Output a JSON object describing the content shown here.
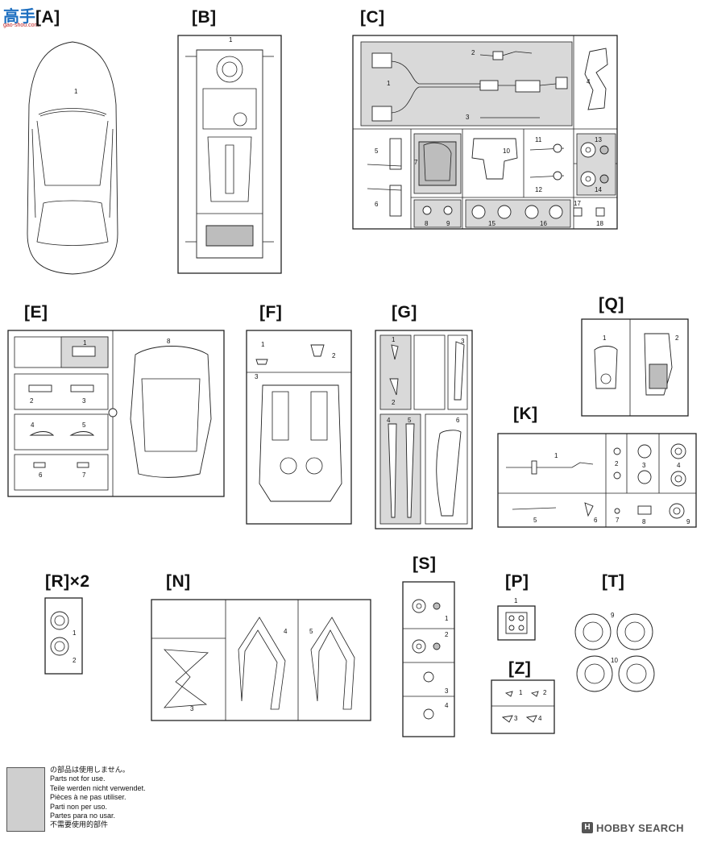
{
  "watermark_top": {
    "chars": "高手",
    "url": "gao-shou.com"
  },
  "sprue_labels": {
    "A": "[A]",
    "B": "[B]",
    "C": "[C]",
    "E": "[E]",
    "F": "[F]",
    "G": "[G]",
    "Q": "[Q]",
    "K": "[K]",
    "R": "[R]×2",
    "N": "[N]",
    "S": "[S]",
    "P": "[P]",
    "T": "[T]",
    "Z": "[Z]"
  },
  "part_numbers": {
    "A": [
      "1"
    ],
    "B": [
      "1"
    ],
    "C": [
      "1",
      "2",
      "3",
      "4",
      "5",
      "6",
      "7",
      "8",
      "9",
      "10",
      "11",
      "12",
      "13",
      "14",
      "15",
      "16",
      "17",
      "18"
    ],
    "E": [
      "1",
      "2",
      "3",
      "4",
      "5",
      "6",
      "7",
      "8"
    ],
    "F": [
      "1",
      "2",
      "3"
    ],
    "G": [
      "1",
      "2",
      "3",
      "4",
      "5",
      "6"
    ],
    "Q": [
      "1",
      "2"
    ],
    "K": [
      "1",
      "2",
      "3",
      "4",
      "5",
      "6",
      "7",
      "8",
      "9"
    ],
    "R": [
      "1",
      "2"
    ],
    "N": [
      "3",
      "4",
      "5"
    ],
    "S": [
      "1",
      "2",
      "3",
      "4"
    ],
    "P": [
      "1"
    ],
    "T": [
      "9",
      "10"
    ],
    "Z": [
      "1",
      "2",
      "3",
      "4"
    ]
  },
  "legend": {
    "lines": [
      "の部品は使用しません。",
      "Parts not for use.",
      "Teile werden nicht verwendet.",
      "Pièces à ne pas utiliser.",
      "Parti non per uso.",
      "Partes para no usar.",
      "不需要使用的部件"
    ],
    "swatch_color": "#cfcfcf"
  },
  "watermark_bottom": {
    "logo": "H",
    "brand": "HOBBY SEARCH"
  }
}
